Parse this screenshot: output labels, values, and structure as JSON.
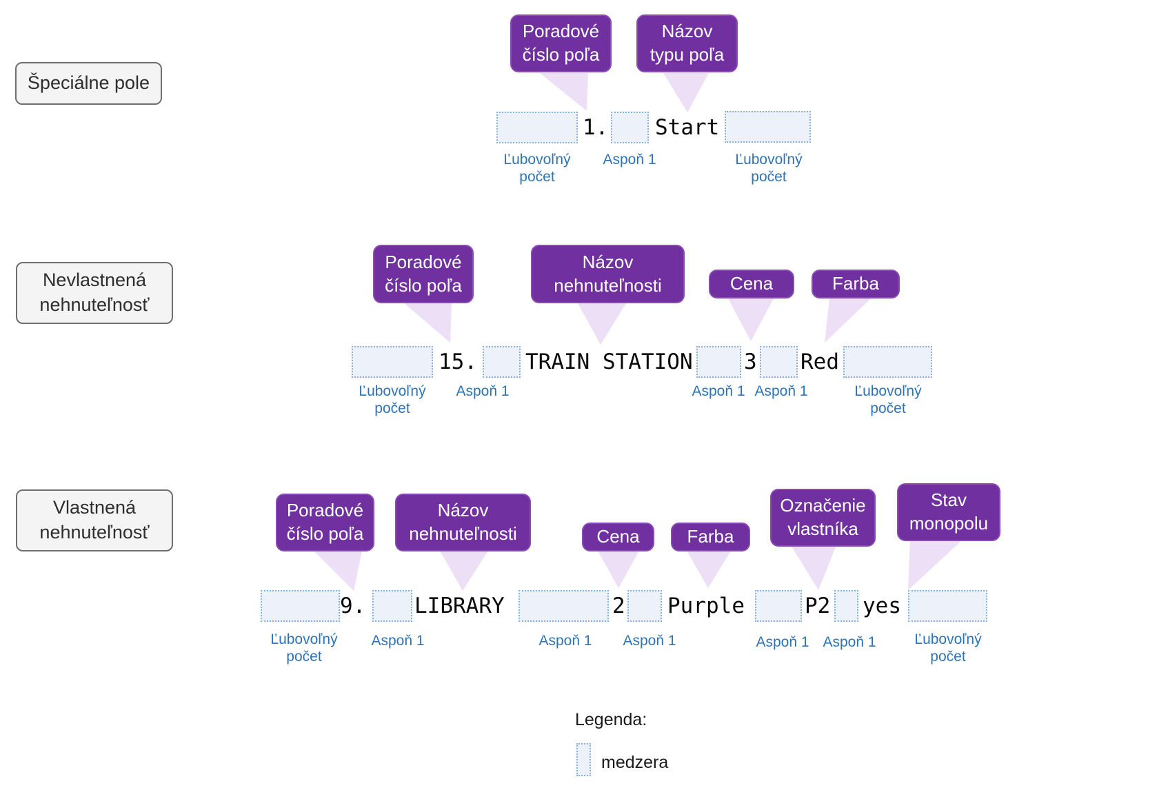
{
  "colors": {
    "field_label_purple": "#7030a0",
    "funnel_lavender": "#ecdff6",
    "annotation_blue": "#2e74b5",
    "space_box_border": "#85b2e0",
    "space_box_fill": "#edf2fa"
  },
  "rows": [
    {
      "label": "Špeciálne pole",
      "fields": [
        "Poradové\nčíslo poľa",
        "Názov\ntypu poľa"
      ],
      "tokens": [
        "1.",
        "Start"
      ],
      "annotations": [
        "Ľubovoľný\npočet",
        "Aspoň 1",
        "Ľubovoľný\npočet"
      ]
    },
    {
      "label": "Nevlastnená\nnehnuteľnosť",
      "fields": [
        "Poradové\nčíslo poľa",
        "Názov\nnehnuteľnosti",
        "Cena",
        "Farba"
      ],
      "tokens": [
        "15.",
        "TRAIN STATION",
        "3",
        "Red"
      ],
      "annotations": [
        "Ľubovoľný\npočet",
        "Aspoň 1",
        "Aspoň 1",
        "Aspoň 1",
        "Ľubovoľný\npočet"
      ]
    },
    {
      "label": "Vlastnená\nnehnuteľnosť",
      "fields": [
        "Poradové\nčíslo poľa",
        "Názov\nnehnuteľnosti",
        "Cena",
        "Farba",
        "Označenie\nvlastníka",
        "Stav\nmonopolu"
      ],
      "tokens": [
        "9.",
        "LIBRARY",
        "2",
        "Purple",
        "P2",
        "yes"
      ],
      "annotations": [
        "Ľubovoľný\npočet",
        "Aspoň 1",
        "Aspoň 1",
        "Aspoň 1",
        "Aspoň 1",
        "Aspoň 1",
        "Ľubovoľný\npočet"
      ]
    }
  ],
  "legend": {
    "title": "Legenda:",
    "space_label": "medzera"
  }
}
